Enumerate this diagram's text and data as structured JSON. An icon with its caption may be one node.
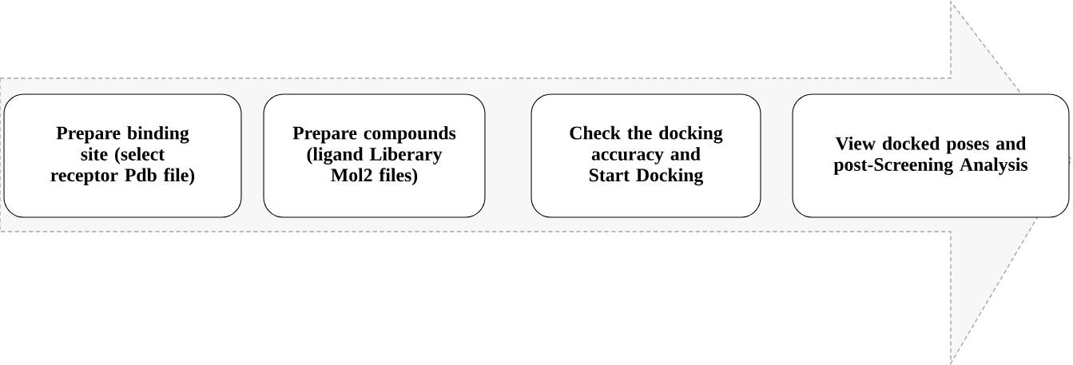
{
  "diagram": {
    "nodes": [
      {
        "text": [
          "Prepare binding site (select receptor Pdb file)"
        ]
      },
      {
        "text": [
          "Prepare compounds (ligand Liberary Mol2 files)"
        ]
      },
      {
        "text": [
          "Check the docking accuracy and Start Docking"
        ]
      },
      {
        "text": [
          "View docked poses and post-Screening Analysis"
        ]
      }
    ]
  }
}
